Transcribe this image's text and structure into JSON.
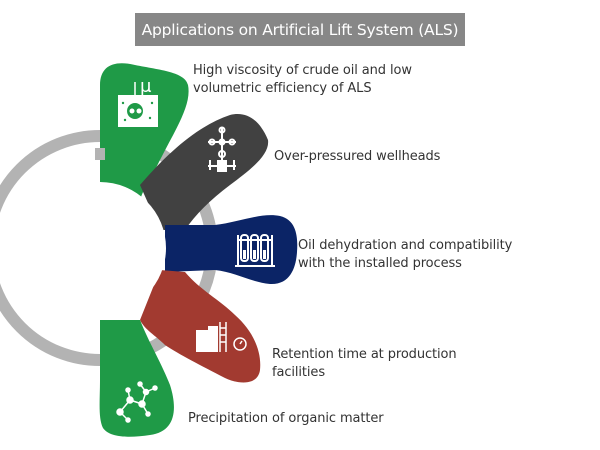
{
  "title": "Applications on Artificial Lift System (ALS)",
  "colors": {
    "green": "#1f9a47",
    "dark_gray": "#414141",
    "navy": "#0b2466",
    "red": "#a23a30",
    "ring_gray": "#b3b3b3",
    "title_bg": "#878787",
    "text": "#333333"
  },
  "items": [
    {
      "label": "High viscosity of crude oil and low volumetric efficiency of ALS",
      "icon": "viscosity-icon",
      "color": "green"
    },
    {
      "label": "Over-pressured wellheads",
      "icon": "wellhead-icon",
      "color": "dark_gray"
    },
    {
      "label": "Oil dehydration and compatibility with the installed process",
      "icon": "test-tubes-icon",
      "color": "navy"
    },
    {
      "label": "Retention time at production facilities",
      "icon": "facility-timer-icon",
      "color": "red"
    },
    {
      "label": "Precipitation of organic matter",
      "icon": "molecule-icon",
      "color": "green"
    }
  ]
}
